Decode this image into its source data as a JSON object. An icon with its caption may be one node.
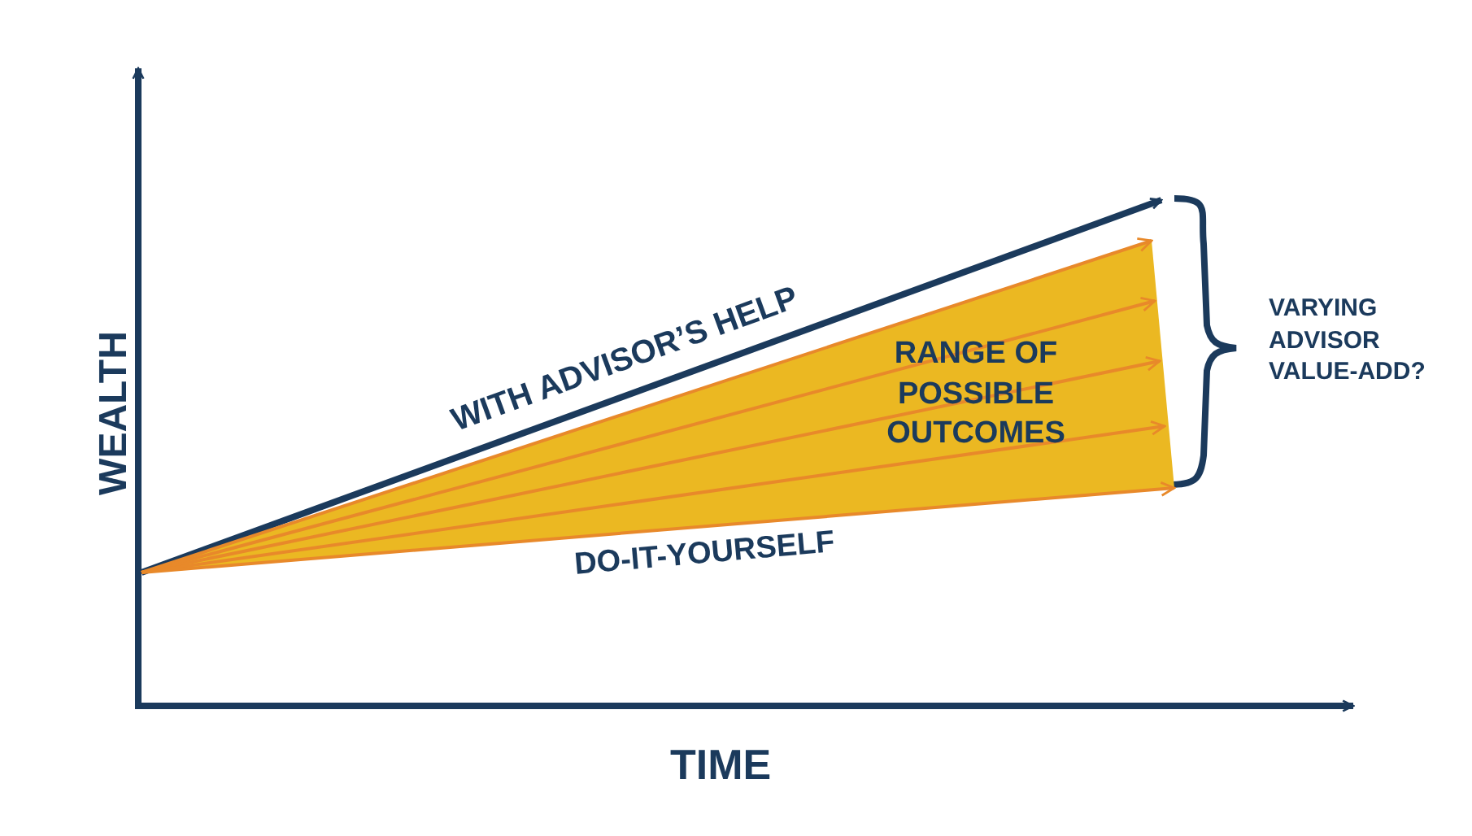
{
  "diagram": {
    "nodes": [
      {
        "text": [
          "RANGE OF POSSIBLE OUTCOMES"
        ]
      }
    ],
    "labels": [
      "WEALTH",
      "WITH ADVISOR’S HELP",
      "VARYING ADVISOR VALUE-ADD?",
      "DO-IT-YOURSELF",
      "TIME"
    ]
  }
}
